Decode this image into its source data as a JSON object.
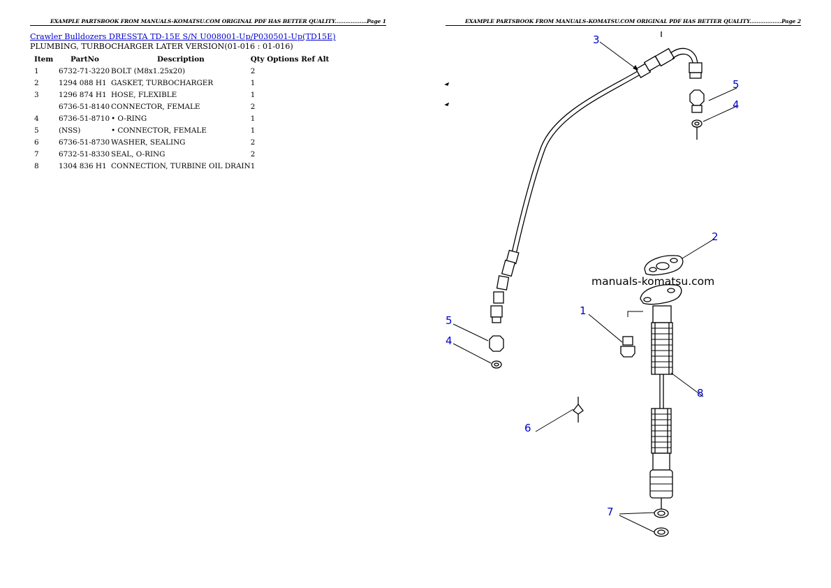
{
  "page1": {
    "header": "EXAMPLE PARTSBOOK FROM MANUALS-KOMATSU.COM ORIGINAL PDF HAS BETTER QUALITY..................Page 1",
    "title_link": "Crawler Bulldozers DRESSTA TD-15E S/N U008001-Up/P030501-Up(TD15E)",
    "subtitle": "PLUMBING, TURBOCHARGER LATER VERSION(01-016 : 01-016)",
    "table": {
      "headers": [
        "Item",
        "PartNo",
        "Description",
        "Qty Options Ref Alt"
      ],
      "rows": [
        {
          "item": "1",
          "partno": "6732-71-3220",
          "description": "BOLT (M8x1.25x20)",
          "qty": "2"
        },
        {
          "item": "2",
          "partno": "1294 088 H1",
          "description": "GASKET, TURBOCHARGER",
          "qty": "1"
        },
        {
          "item": "3",
          "partno": "1296 874 H1",
          "description": "HOSE, FLEXIBLE",
          "qty": "1"
        },
        {
          "item": "",
          "partno": "6736-51-8140",
          "description": "CONNECTOR, FEMALE",
          "qty": "2"
        },
        {
          "item": "4",
          "partno": "6736-51-8710",
          "description": "• O-RING",
          "qty": "1"
        },
        {
          "item": "5",
          "partno": "(NSS)",
          "description": "• CONNECTOR, FEMALE",
          "qty": "1"
        },
        {
          "item": "6",
          "partno": "6736-51-8730",
          "description": "WASHER, SEALING",
          "qty": "2"
        },
        {
          "item": "7",
          "partno": "6732-51-8330",
          "description": "SEAL, O-RING",
          "qty": "2"
        },
        {
          "item": "8",
          "partno": "1304 836 H1",
          "description": "CONNECTION, TURBINE OIL DRAIN",
          "qty": "1"
        }
      ]
    }
  },
  "page2": {
    "header": "EXAMPLE PARTSBOOK FROM MANUALS-KOMATSU.COM ORIGINAL PDF HAS BETTER QUALITY..................Page 2",
    "watermark": "manuals-komatsu.com",
    "callouts": {
      "c3": "3",
      "c5a": "5",
      "c4a": "4",
      "c2": "2",
      "c1": "1",
      "c5b": "5",
      "c4b": "4",
      "c8": "8",
      "c6": "6",
      "c7": "7"
    }
  }
}
